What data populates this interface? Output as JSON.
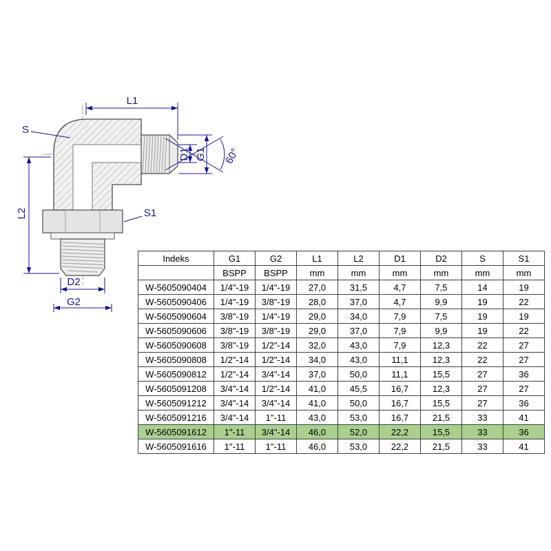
{
  "diagram": {
    "labels": {
      "l1": "L1",
      "s": "S",
      "d1": "D1",
      "g1": "G1",
      "angle": "60°",
      "l2": "L2",
      "s1": "S1",
      "d2": "D2",
      "g2": "G2"
    },
    "annotation_color": "#15159b"
  },
  "table": {
    "columns": [
      "Indeks",
      "G1",
      "G2",
      "L1",
      "L2",
      "D1",
      "D2",
      "S",
      "S1"
    ],
    "units": [
      "",
      "BSPP",
      "BSPP",
      "mm",
      "mm",
      "mm",
      "mm",
      "mm",
      "mm"
    ],
    "highlight_color": "#a9d08e",
    "rows": [
      {
        "highlighted": false,
        "cells": [
          "W-5605090404",
          "1/4\"-19",
          "1/4\"-19",
          "27,0",
          "31,5",
          "4,7",
          "7,5",
          "14",
          "19"
        ]
      },
      {
        "highlighted": false,
        "cells": [
          "W-5605090406",
          "1/4\"-19",
          "3/8\"-19",
          "28,0",
          "37,0",
          "4,7",
          "9,9",
          "19",
          "22"
        ]
      },
      {
        "highlighted": false,
        "cells": [
          "W-5605090604",
          "3/8\"-19",
          "1/4\"-19",
          "29,0",
          "34,0",
          "7,9",
          "7,5",
          "19",
          "19"
        ]
      },
      {
        "highlighted": false,
        "cells": [
          "W-5605090606",
          "3/8\"-19",
          "3/8\"-19",
          "29,0",
          "37,0",
          "7,9",
          "9,9",
          "19",
          "22"
        ]
      },
      {
        "highlighted": false,
        "cells": [
          "W-5605090608",
          "3/8\"-19",
          "1/2\"-14",
          "32,0",
          "43,0",
          "7,9",
          "12,3",
          "22",
          "27"
        ]
      },
      {
        "highlighted": false,
        "cells": [
          "W-5605090808",
          "1/2\"-14",
          "1/2\"-14",
          "34,0",
          "43,0",
          "11,1",
          "12,3",
          "22",
          "27"
        ]
      },
      {
        "highlighted": false,
        "cells": [
          "W-5605090812",
          "1/2\"-14",
          "3/4\"-14",
          "37,0",
          "50,0",
          "11,1",
          "15,5",
          "27",
          "36"
        ]
      },
      {
        "highlighted": false,
        "cells": [
          "W-5605091208",
          "3/4\"-14",
          "1/2\"-14",
          "41,0",
          "45,5",
          "16,7",
          "12,3",
          "27",
          "27"
        ]
      },
      {
        "highlighted": false,
        "cells": [
          "W-5605091212",
          "3/4\"-14",
          "3/4\"-14",
          "41,0",
          "50,0",
          "16,7",
          "15,5",
          "27",
          "36"
        ]
      },
      {
        "highlighted": false,
        "cells": [
          "W-5605091216",
          "3/4\"-14",
          "1\"-11",
          "43,0",
          "53,0",
          "16,7",
          "21,5",
          "33",
          "41"
        ]
      },
      {
        "highlighted": true,
        "cells": [
          "W-5605091612",
          "1\"-11",
          "3/4\"-14",
          "46,0",
          "52,0",
          "22,2",
          "15,5",
          "33",
          "36"
        ]
      },
      {
        "highlighted": false,
        "cells": [
          "W-5605091616",
          "1\"-11",
          "1\"-11",
          "46,0",
          "53,0",
          "22,2",
          "21,5",
          "33",
          "41"
        ]
      }
    ]
  }
}
